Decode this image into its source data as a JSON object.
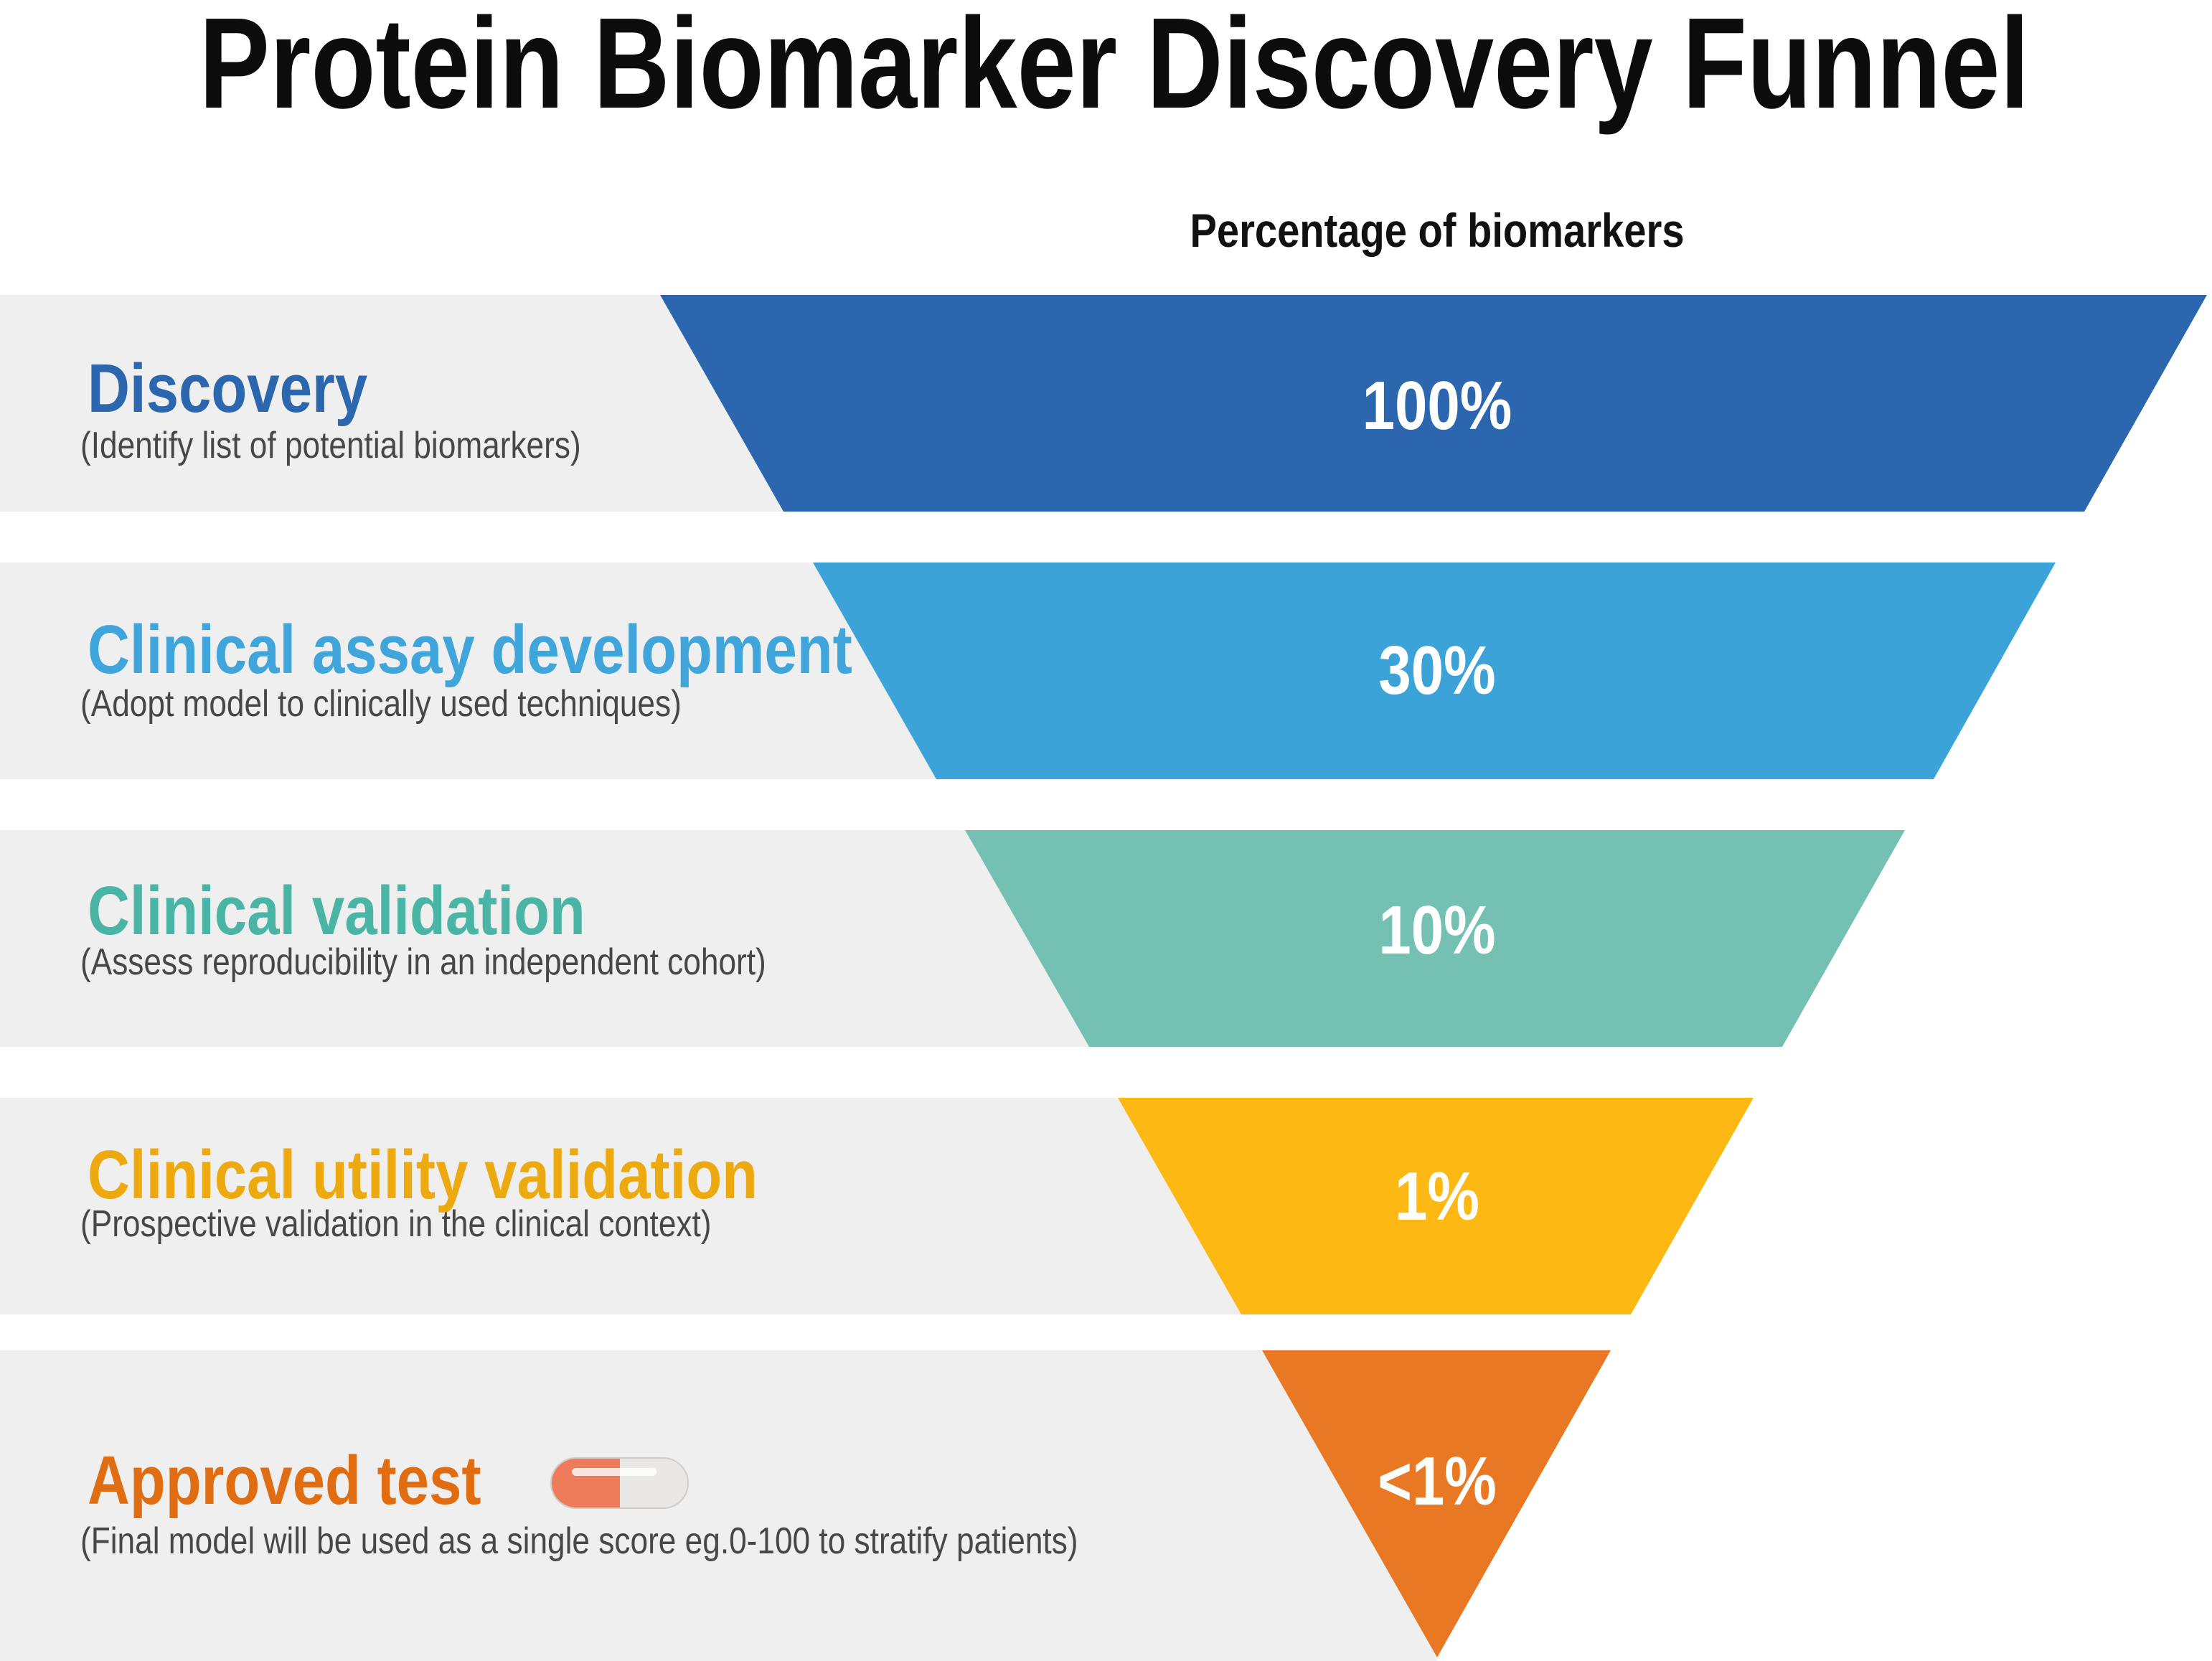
{
  "title": "Protein Biomarker Discovery Funnel",
  "column_header": "Percentage of biomarkers",
  "colors": {
    "row_band": "#efefef",
    "title_text": "#0c0c0c",
    "subtitle_text": "#474747",
    "percent_text": "#ffffff",
    "pill_left": "#ee7b59",
    "pill_right": "#e9e8e6"
  },
  "funnel": {
    "type": "funnel",
    "stages": [
      {
        "label": "Discovery",
        "description": "(Identify list of potential biomarkers)",
        "percent": "100%",
        "color": "#2b66ae",
        "label_color": "#2b66ae"
      },
      {
        "label": "Clinical assay development",
        "description": "(Adopt model to clinically used techniques)",
        "percent": "30%",
        "color": "#3ca3d9",
        "label_color": "#3fa5da"
      },
      {
        "label": "Clinical validation",
        "description": "(Assess reproducibility in an independent cohort)",
        "percent": "10%",
        "color": "#74c1b4",
        "label_color": "#4ab5a4"
      },
      {
        "label": "Clinical utility validation",
        "description": "(Prospective validation in the clinical context)",
        "percent": "1%",
        "color": "#fdb813",
        "label_color": "#edaa10"
      },
      {
        "label": "Approved test",
        "description": "(Final model will be used as a single score eg.0-100 to stratify patients)",
        "percent": "<1%",
        "color": "#e87823",
        "label_color": "#e06d12"
      }
    ]
  }
}
